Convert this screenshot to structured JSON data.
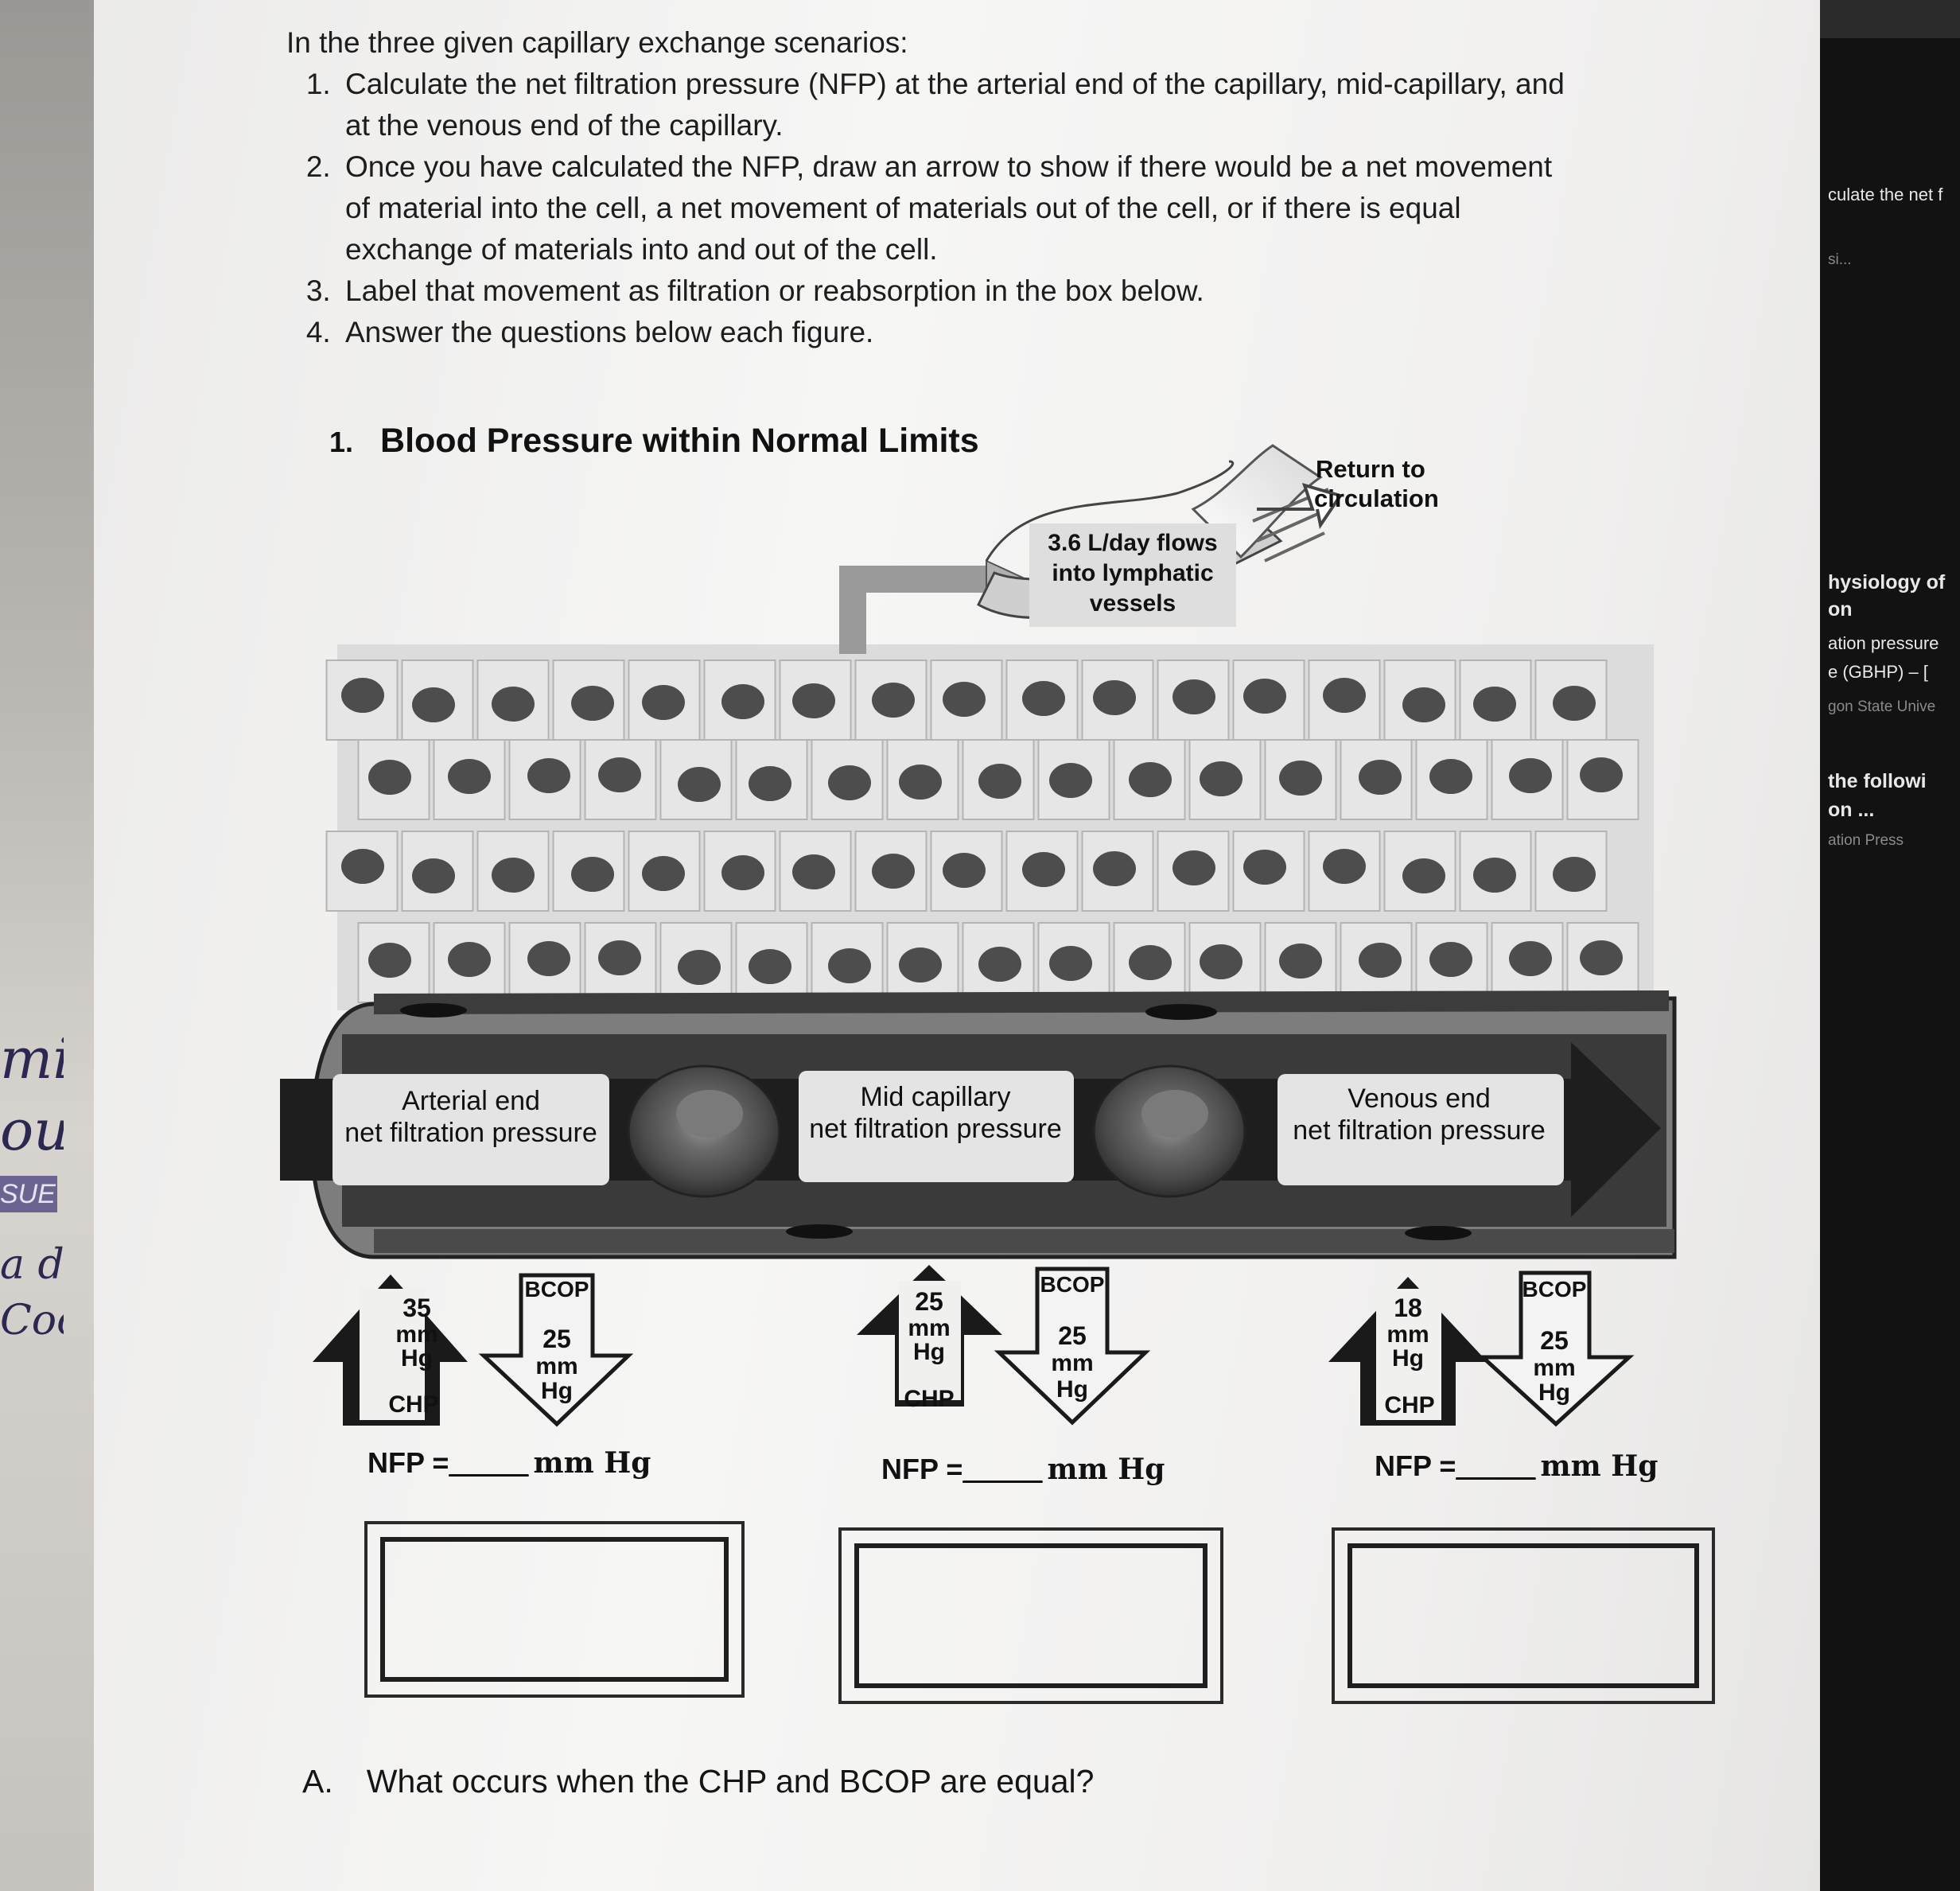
{
  "instructions": {
    "intro": "In the three given capillary exchange scenarios:",
    "steps": [
      "Calculate the net filtration pressure (NFP) at the arterial end of the capillary, mid-capillary, and at the venous end of the capillary.",
      "Once you have calculated the NFP, draw an arrow to show if there would be a net movement of material into the cell, a net movement of materials out of the cell, or if there is equal exchange of materials into and out of the cell.",
      "Label that movement as filtration or reabsorption in the box below.",
      "Answer the questions below each figure."
    ]
  },
  "section": {
    "number": "1.",
    "title": "Blood Pressure within Normal Limits"
  },
  "diagram": {
    "lymph_label": [
      "3.6 L/day flows",
      "into lymphatic",
      "vessels"
    ],
    "return_label": [
      "Return to",
      "circulation"
    ],
    "ends": [
      {
        "label1": "Arterial end",
        "label2": "net filtration pressure",
        "chp_value": "35",
        "chp_unit1": "mm",
        "chp_unit2": "Hg",
        "chp_name": "CHP",
        "bcop_name": "BCOP",
        "bcop_value": "25",
        "bcop_unit1": "mm",
        "bcop_unit2": "Hg"
      },
      {
        "label1": "Mid capillary",
        "label2": "net filtration pressure",
        "chp_value": "25",
        "chp_unit1": "mm",
        "chp_unit2": "Hg",
        "chp_name": "CHP",
        "bcop_name": "BCOP",
        "bcop_value": "25",
        "bcop_unit1": "mm",
        "bcop_unit2": "Hg"
      },
      {
        "label1": "Venous end",
        "label2": "net filtration pressure",
        "chp_value": "18",
        "chp_unit1": "mm",
        "chp_unit2": "Hg",
        "chp_name": "CHP",
        "bcop_name": "BCOP",
        "bcop_value": "25",
        "bcop_unit1": "mm",
        "bcop_unit2": "Hg"
      }
    ]
  },
  "nfp": {
    "label": "NFP =",
    "blank": "_____",
    "unit": "mm Hg"
  },
  "question": {
    "letter": "A.",
    "text": "What occurs when the CHP and BCOP are equal?"
  },
  "background": {
    "monitor_lines": [
      "culate the net f",
      "si...",
      "hysiology of",
      "on",
      "ation pressure",
      "e (GBHP) – [",
      "gon State Unive",
      "the followi",
      "on ...",
      "ation Press"
    ],
    "book_edge": [
      "mi",
      "ou",
      "SUE",
      "a d",
      "Coc"
    ]
  }
}
